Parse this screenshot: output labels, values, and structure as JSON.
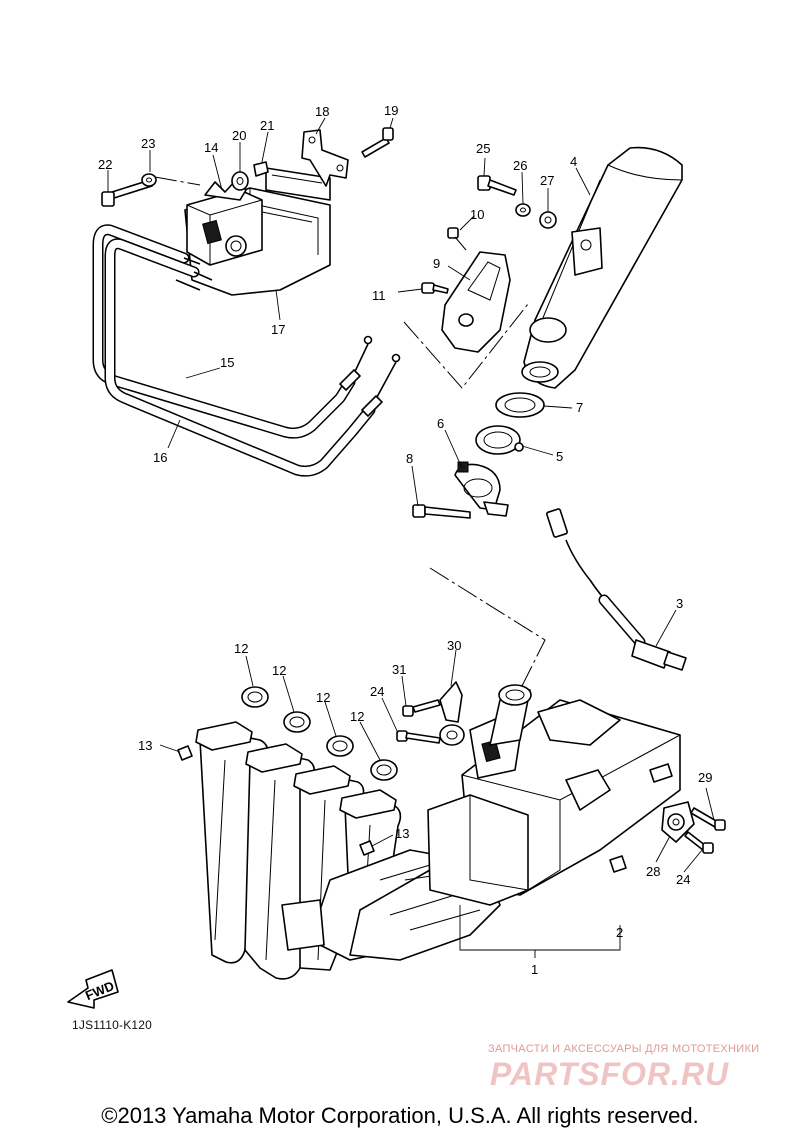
{
  "callouts": {
    "c1": "1",
    "c2": "2",
    "c3": "3",
    "c4": "4",
    "c5": "5",
    "c6": "6",
    "c7": "7",
    "c8": "8",
    "c9": "9",
    "c10": "10",
    "c11": "11",
    "c12a": "12",
    "c12b": "12",
    "c12c": "12",
    "c12d": "12",
    "c13a": "13",
    "c13b": "13",
    "c14": "14",
    "c15": "15",
    "c16": "16",
    "c17": "17",
    "c18": "18",
    "c19": "19",
    "c20": "20",
    "c21": "21",
    "c22": "22",
    "c23": "23",
    "c24a": "24",
    "c24b": "24",
    "c25": "25",
    "c26": "26",
    "c27": "27",
    "c28": "28",
    "c29": "29",
    "c30": "30",
    "c31": "31"
  },
  "fwd_label": "FWD",
  "diagram_code": "1JS1110-K120",
  "watermark": {
    "tagline": "ЗАПЧАСТИ И АКСЕССУАРЫ ДЛЯ МОТОТЕХНИКИ",
    "logo": "PARTSFOR.RU"
  },
  "copyright": "©2013 Yamaha Motor Corporation, U.S.A. All rights reserved."
}
